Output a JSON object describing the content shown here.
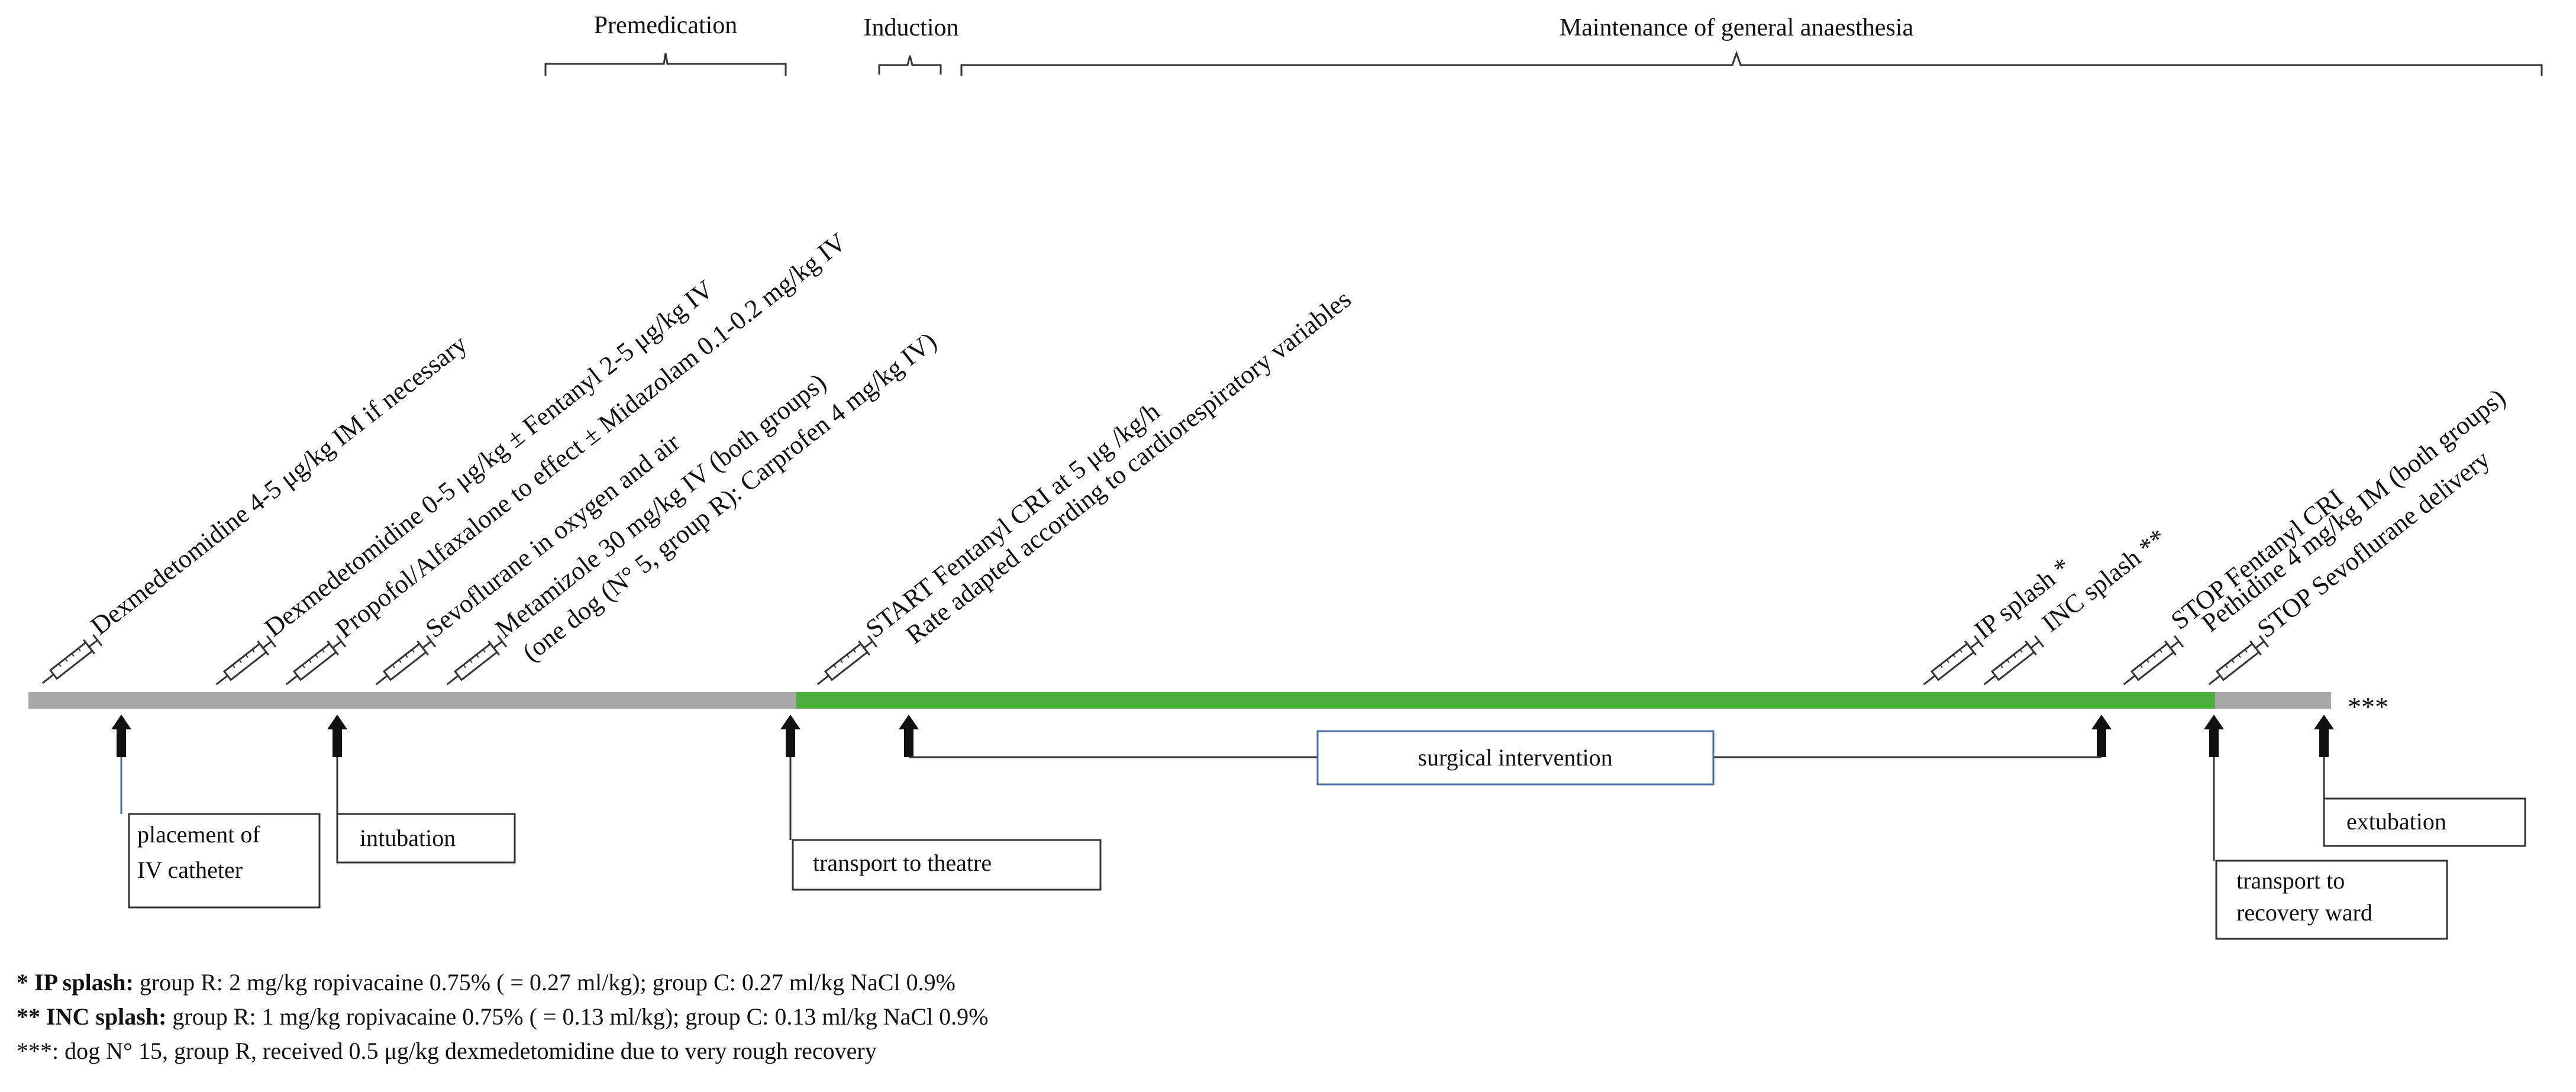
{
  "phases": {
    "premedication": "Premedication",
    "induction": "Induction",
    "maintenance": "Maintenance of general anaesthesia"
  },
  "drug_events": [
    {
      "text": "Dexmedetomidine 4-5 μg/kg IM if necessary"
    },
    {
      "text": "Dexmedetomidine 0-5 μg/kg ± Fentanyl 2-5 μg/kg IV"
    },
    {
      "text": "Propofol/Alfaxalone to effect ± Midazolam 0.1-0.2 mg/kg IV"
    },
    {
      "text": "Sevoflurane in oxygen and air"
    },
    {
      "text": "Metamizole 30 mg/kg IV (both groups)",
      "text2": "(one dog (N° 5, group R): Carprofen 4 mg/kg IV)"
    },
    {
      "text": "START Fentanyl CRI at 5 μg /kg/h",
      "text2": "Rate adapted according to cardiorespiratory variables"
    },
    {
      "text": "IP splash *"
    },
    {
      "text": "INC splash **"
    },
    {
      "text": "STOP Fentanyl CRI",
      "text2": "Pethidine 4 mg/kg IM (both groups)"
    },
    {
      "text": "STOP Sevoflurane delivery"
    }
  ],
  "timeline_end_marker": "***",
  "procedure_boxes": {
    "iv_catheter": [
      "placement of",
      "IV catheter"
    ],
    "intubation": "intubation",
    "transport_theatre": "transport to theatre",
    "surgical": "surgical intervention",
    "transport_recovery": [
      "transport to",
      "recovery ward"
    ],
    "extubation": "extubation"
  },
  "footnotes": [
    {
      "bold": "* IP splash:",
      "text": " group R: 2 mg/kg ropivacaine 0.75% ( = 0.27 ml/kg); group C: 0.27 ml/kg NaCl 0.9%"
    },
    {
      "bold": "** INC splash:",
      "text": " group R: 1 mg/kg ropivacaine 0.75% ( = 0.13 ml/kg); group C: 0.13 ml/kg NaCl 0.9%"
    },
    {
      "bold": "",
      "text": "***: dog N° 15, group R, received 0.5 μg/kg dexmedetomidine due to very rough recovery"
    }
  ],
  "colors": {
    "timeline_gray": "#a8a8a8",
    "timeline_green": "#4cae3c",
    "surgical_box_border": "#4a6fa5",
    "text": "#111111"
  }
}
